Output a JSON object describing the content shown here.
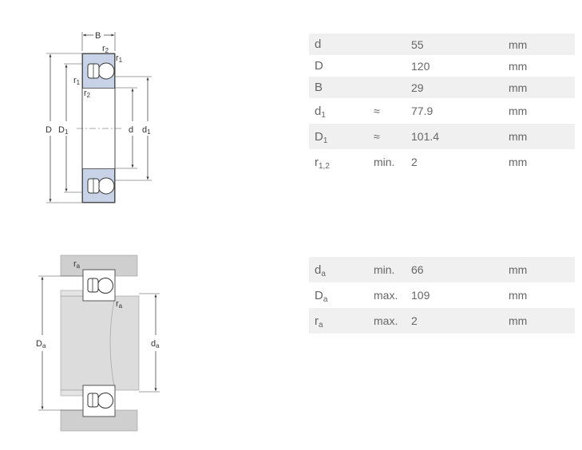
{
  "diagram_top": {
    "labels": {
      "B": "B",
      "r2_top": "r",
      "r2_top_sub": "2",
      "r1_top": "r",
      "r1_top_sub": "1",
      "r1_left": "r",
      "r1_left_sub": "1",
      "r2_left": "r",
      "r2_left_sub": "2",
      "D": "D",
      "D1": "D",
      "D1_sub": "1",
      "d": "d",
      "d1": "d",
      "d1_sub": "1"
    }
  },
  "diagram_bottom": {
    "labels": {
      "ra_top": "r",
      "ra_top_sub": "a",
      "ra_mid": "r",
      "ra_mid_sub": "a",
      "Da": "D",
      "Da_sub": "a",
      "da": "d",
      "da_sub": "a"
    }
  },
  "colors": {
    "ring_fill": "#c9d3e8",
    "housing_fill": "#cfcfcf",
    "shaft_fill": "#dcdcdc",
    "row_shade": "#f0f0f0"
  },
  "table_dimensions": {
    "rows": [
      {
        "sym": "d",
        "sub": "",
        "qual": "",
        "value": "55",
        "unit": "mm"
      },
      {
        "sym": "D",
        "sub": "",
        "qual": "",
        "value": "120",
        "unit": "mm"
      },
      {
        "sym": "B",
        "sub": "",
        "qual": "",
        "value": "29",
        "unit": "mm"
      },
      {
        "sym": "d",
        "sub": "1",
        "qual": "≈",
        "value": "77.9",
        "unit": "mm"
      },
      {
        "sym": "D",
        "sub": "1",
        "qual": "≈",
        "value": "101.4",
        "unit": "mm"
      },
      {
        "sym": "r",
        "sub": "1,2",
        "qual": "min.",
        "value": "2",
        "unit": "mm"
      }
    ]
  },
  "table_abutment": {
    "rows": [
      {
        "sym": "d",
        "sub": "a",
        "qual": "min.",
        "value": "66",
        "unit": "mm"
      },
      {
        "sym": "D",
        "sub": "a",
        "qual": "max.",
        "value": "109",
        "unit": "mm"
      },
      {
        "sym": "r",
        "sub": "a",
        "qual": "max.",
        "value": "2",
        "unit": "mm"
      }
    ]
  }
}
